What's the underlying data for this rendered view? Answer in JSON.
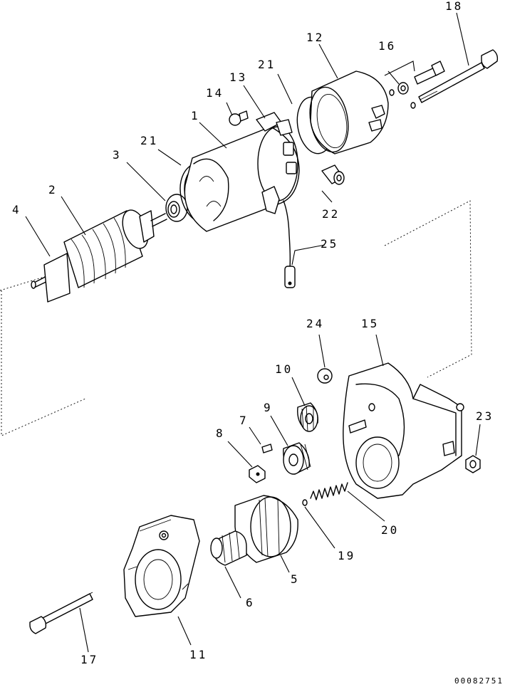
{
  "callouts": {
    "c1": "1",
    "c2": "2",
    "c3": "3",
    "c4": "4",
    "c5": "5",
    "c6": "6",
    "c7": "7",
    "c8": "8",
    "c9": "9",
    "c10": "10",
    "c11": "11",
    "c12": "12",
    "c13": "13",
    "c14": "14",
    "c15": "15",
    "c16": "16",
    "c17": "17",
    "c18": "18",
    "c19": "19",
    "c20": "20",
    "c21a": "21",
    "c21b": "21",
    "c22": "22",
    "c23": "23",
    "c24": "24",
    "c25": "25"
  },
  "document_id": "00082751"
}
